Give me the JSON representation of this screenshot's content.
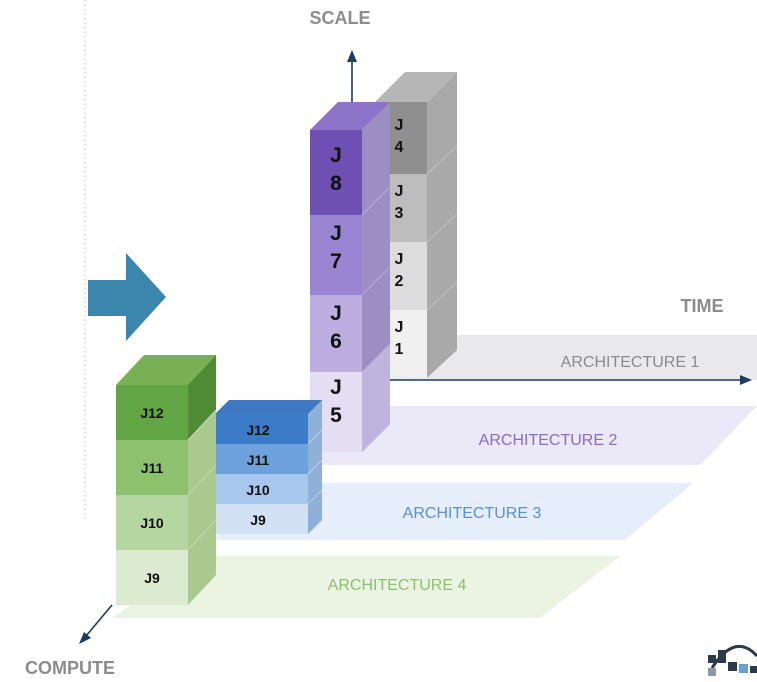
{
  "axes": {
    "scale": "SCALE",
    "time": "TIME",
    "compute": "COMPUTE"
  },
  "planes": {
    "architecture_1": "ARCHITECTURE 1",
    "architecture_2": "ARCHITECTURE 2",
    "architecture_3": "ARCHITECTURE 3",
    "architecture_4": "ARCHITECTURE 4"
  },
  "stacks": {
    "gray": [
      "J\n1",
      "J\n2",
      "J\n3",
      "J\n4"
    ],
    "purple": [
      "J\n5",
      "J\n6",
      "J\n7",
      "J\n8"
    ],
    "blue": [
      "J9",
      "J10",
      "J11",
      "J12"
    ],
    "green": [
      "J9",
      "J10",
      "J11",
      "J12"
    ]
  },
  "colors": {
    "arch1_plane": "#e9e9ec",
    "arch2_plane": "#ebe8f7",
    "arch3_plane": "#e6eefb",
    "arch4_plane": "#ebf4e3",
    "arch1_text": "#8a8a8a",
    "arch2_text": "#8c6bc8",
    "arch3_text": "#5b8fd6",
    "arch4_text": "#8cc072",
    "axis": "#1f3a5f",
    "arrow": "#3a86ad",
    "label_gray": "#8c8c8c"
  },
  "icons": {
    "transition_arrow": "right-arrow-icon",
    "logo": "logo-icon"
  }
}
